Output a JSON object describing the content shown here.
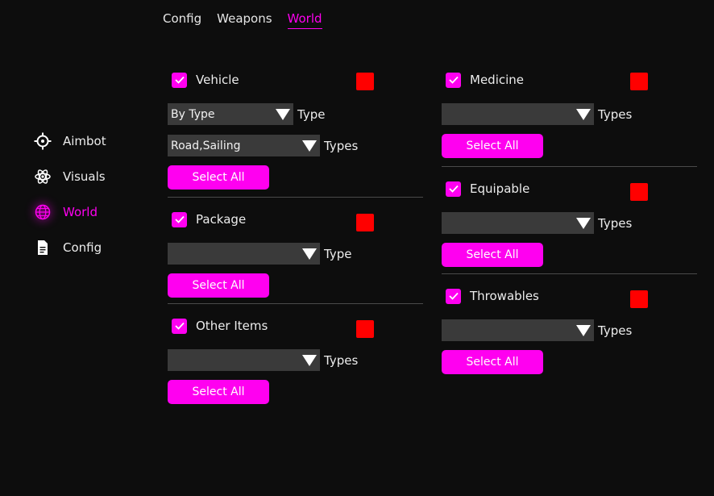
{
  "top_tabs": [
    "Config",
    "Weapons",
    "World"
  ],
  "active_tab": "World",
  "sidebar": {
    "items": [
      {
        "label": "Aimbot",
        "icon": "crosshair-icon"
      },
      {
        "label": "Visuals",
        "icon": "atom-icon"
      },
      {
        "label": "World",
        "icon": "globe-icon"
      },
      {
        "label": "Config",
        "icon": "document-icon"
      }
    ],
    "active": "World"
  },
  "colors": {
    "accent": "#ff00f0",
    "swatch": "#ff0000",
    "background": "#0d0d0d",
    "select_bg": "#3a3a3a"
  },
  "left": {
    "vehicle": {
      "label": "Vehicle",
      "checked": true,
      "filter_select": {
        "value": "By Type",
        "label": "Type"
      },
      "types_select": {
        "value": "Road,Sailing",
        "label": "Types"
      },
      "select_all": "Select All"
    },
    "package": {
      "label": "Package",
      "checked": true,
      "select": {
        "value": "",
        "label": "Type"
      },
      "select_all": "Select All"
    },
    "other_items": {
      "label": "Other Items",
      "checked": true,
      "select": {
        "value": "",
        "label": "Types"
      },
      "select_all": "Select All"
    }
  },
  "right": {
    "medicine": {
      "label": "Medicine",
      "checked": true,
      "select": {
        "value": "",
        "label": "Types"
      },
      "select_all": "Select All"
    },
    "equipable": {
      "label": "Equipable",
      "checked": true,
      "select": {
        "value": "",
        "label": "Types"
      },
      "select_all": "Select All"
    },
    "throwables": {
      "label": "Throwables",
      "checked": true,
      "select": {
        "value": "",
        "label": "Types"
      },
      "select_all": "Select All"
    }
  }
}
